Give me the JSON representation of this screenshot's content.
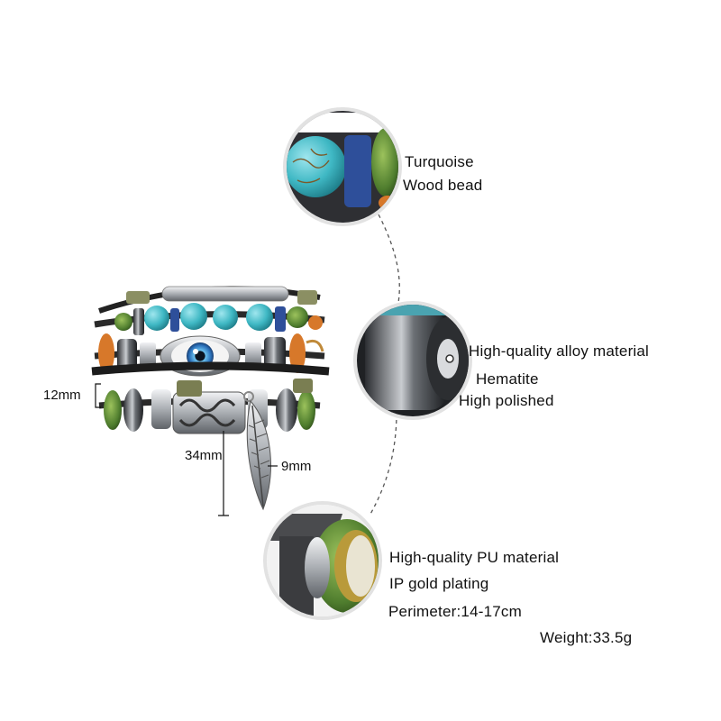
{
  "callouts": {
    "top": {
      "line1": "Turquoise",
      "line2": "Wood bead"
    },
    "middle": {
      "line1": "High-quality alloy material",
      "line2": "Hematite",
      "line3": "High polished"
    },
    "bottom": {
      "line1": "High-quality PU material",
      "line2": "IP gold plating",
      "line3": "Perimeter:14-17cm"
    }
  },
  "weight": "Weight:33.5g",
  "dimensions": {
    "height": "12mm",
    "length": "34mm",
    "width": "9mm"
  },
  "colors": {
    "turquoise": "#3fb8c4",
    "leather": "#2a2a2a",
    "silver": "#b9bcc0",
    "green_bead": "#4f7d2e",
    "orange_bead": "#d7782a",
    "blue_bead": "#2e4f9a"
  },
  "icons": [
    "evil-eye-charm",
    "feather-charm"
  ]
}
